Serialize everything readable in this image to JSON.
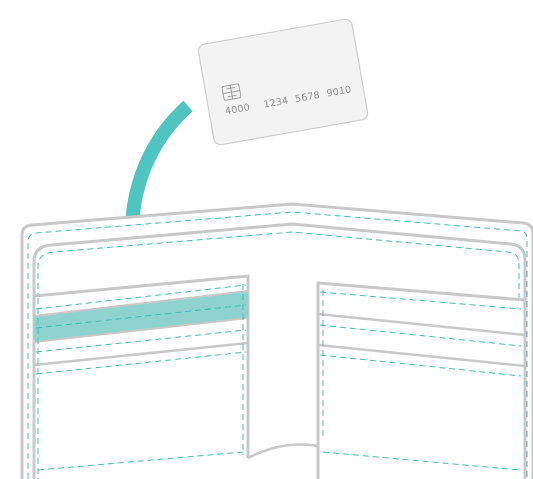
{
  "illustration": {
    "card": {
      "number_groups": [
        "4000",
        "1234",
        "5678",
        "9010"
      ],
      "fill_color": "#f3f3f3",
      "stroke_color": "#cfcfcf"
    },
    "arrow": {
      "color": "#4fc4c1",
      "icon": "curved-arrow-down-icon"
    },
    "wallet": {
      "stitch_color": "#3fbcb8",
      "outline_color": "#c8c8c8",
      "highlighted_slot_color": "#8fd3cf"
    }
  }
}
